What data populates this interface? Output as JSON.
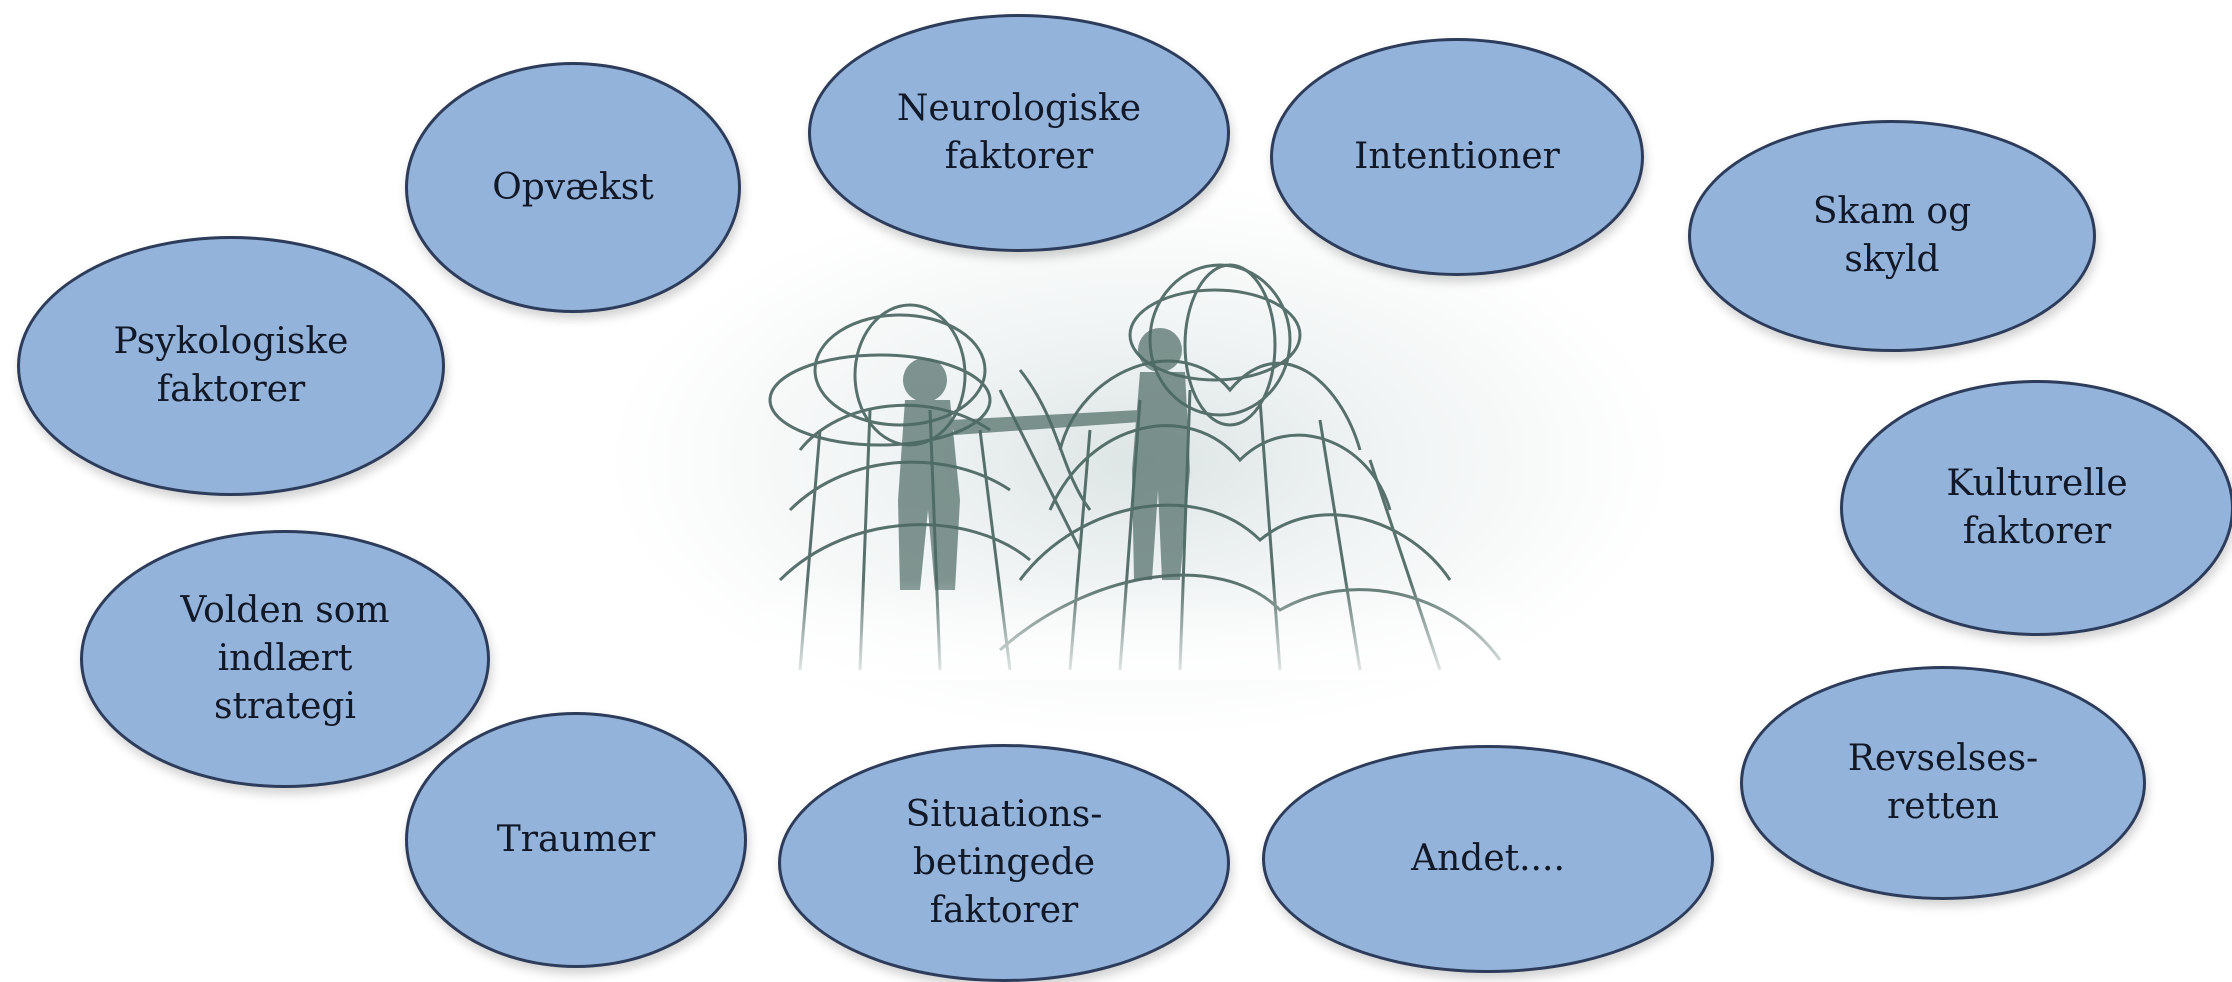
{
  "diagram": {
    "nodes": [
      {
        "id": "opvaekst",
        "label": "Opvækst"
      },
      {
        "id": "neurologiske",
        "label": "Neurologiske\nfaktorer"
      },
      {
        "id": "intentioner",
        "label": "Intentioner"
      },
      {
        "id": "skam",
        "label": "Skam og\nskyld"
      },
      {
        "id": "psykologiske",
        "label": "Psykologiske\nfaktorer"
      },
      {
        "id": "kulturelle",
        "label": "Kulturelle\nfaktorer"
      },
      {
        "id": "volden",
        "label": "Volden som\nindlært\nstrategi"
      },
      {
        "id": "revselses",
        "label": "Revselses-\nretten"
      },
      {
        "id": "traumer",
        "label": "Traumer"
      },
      {
        "id": "situations",
        "label": "Situations-\nbetingede\nfaktorer"
      },
      {
        "id": "andet",
        "label": "Andet...."
      }
    ],
    "colors": {
      "bubble_fill": "#94b3da",
      "bubble_border": "#2c3c5a",
      "sculpture_wire": "#3d5a54"
    },
    "center_image": "wire-sculpture-of-adult-and-child"
  }
}
